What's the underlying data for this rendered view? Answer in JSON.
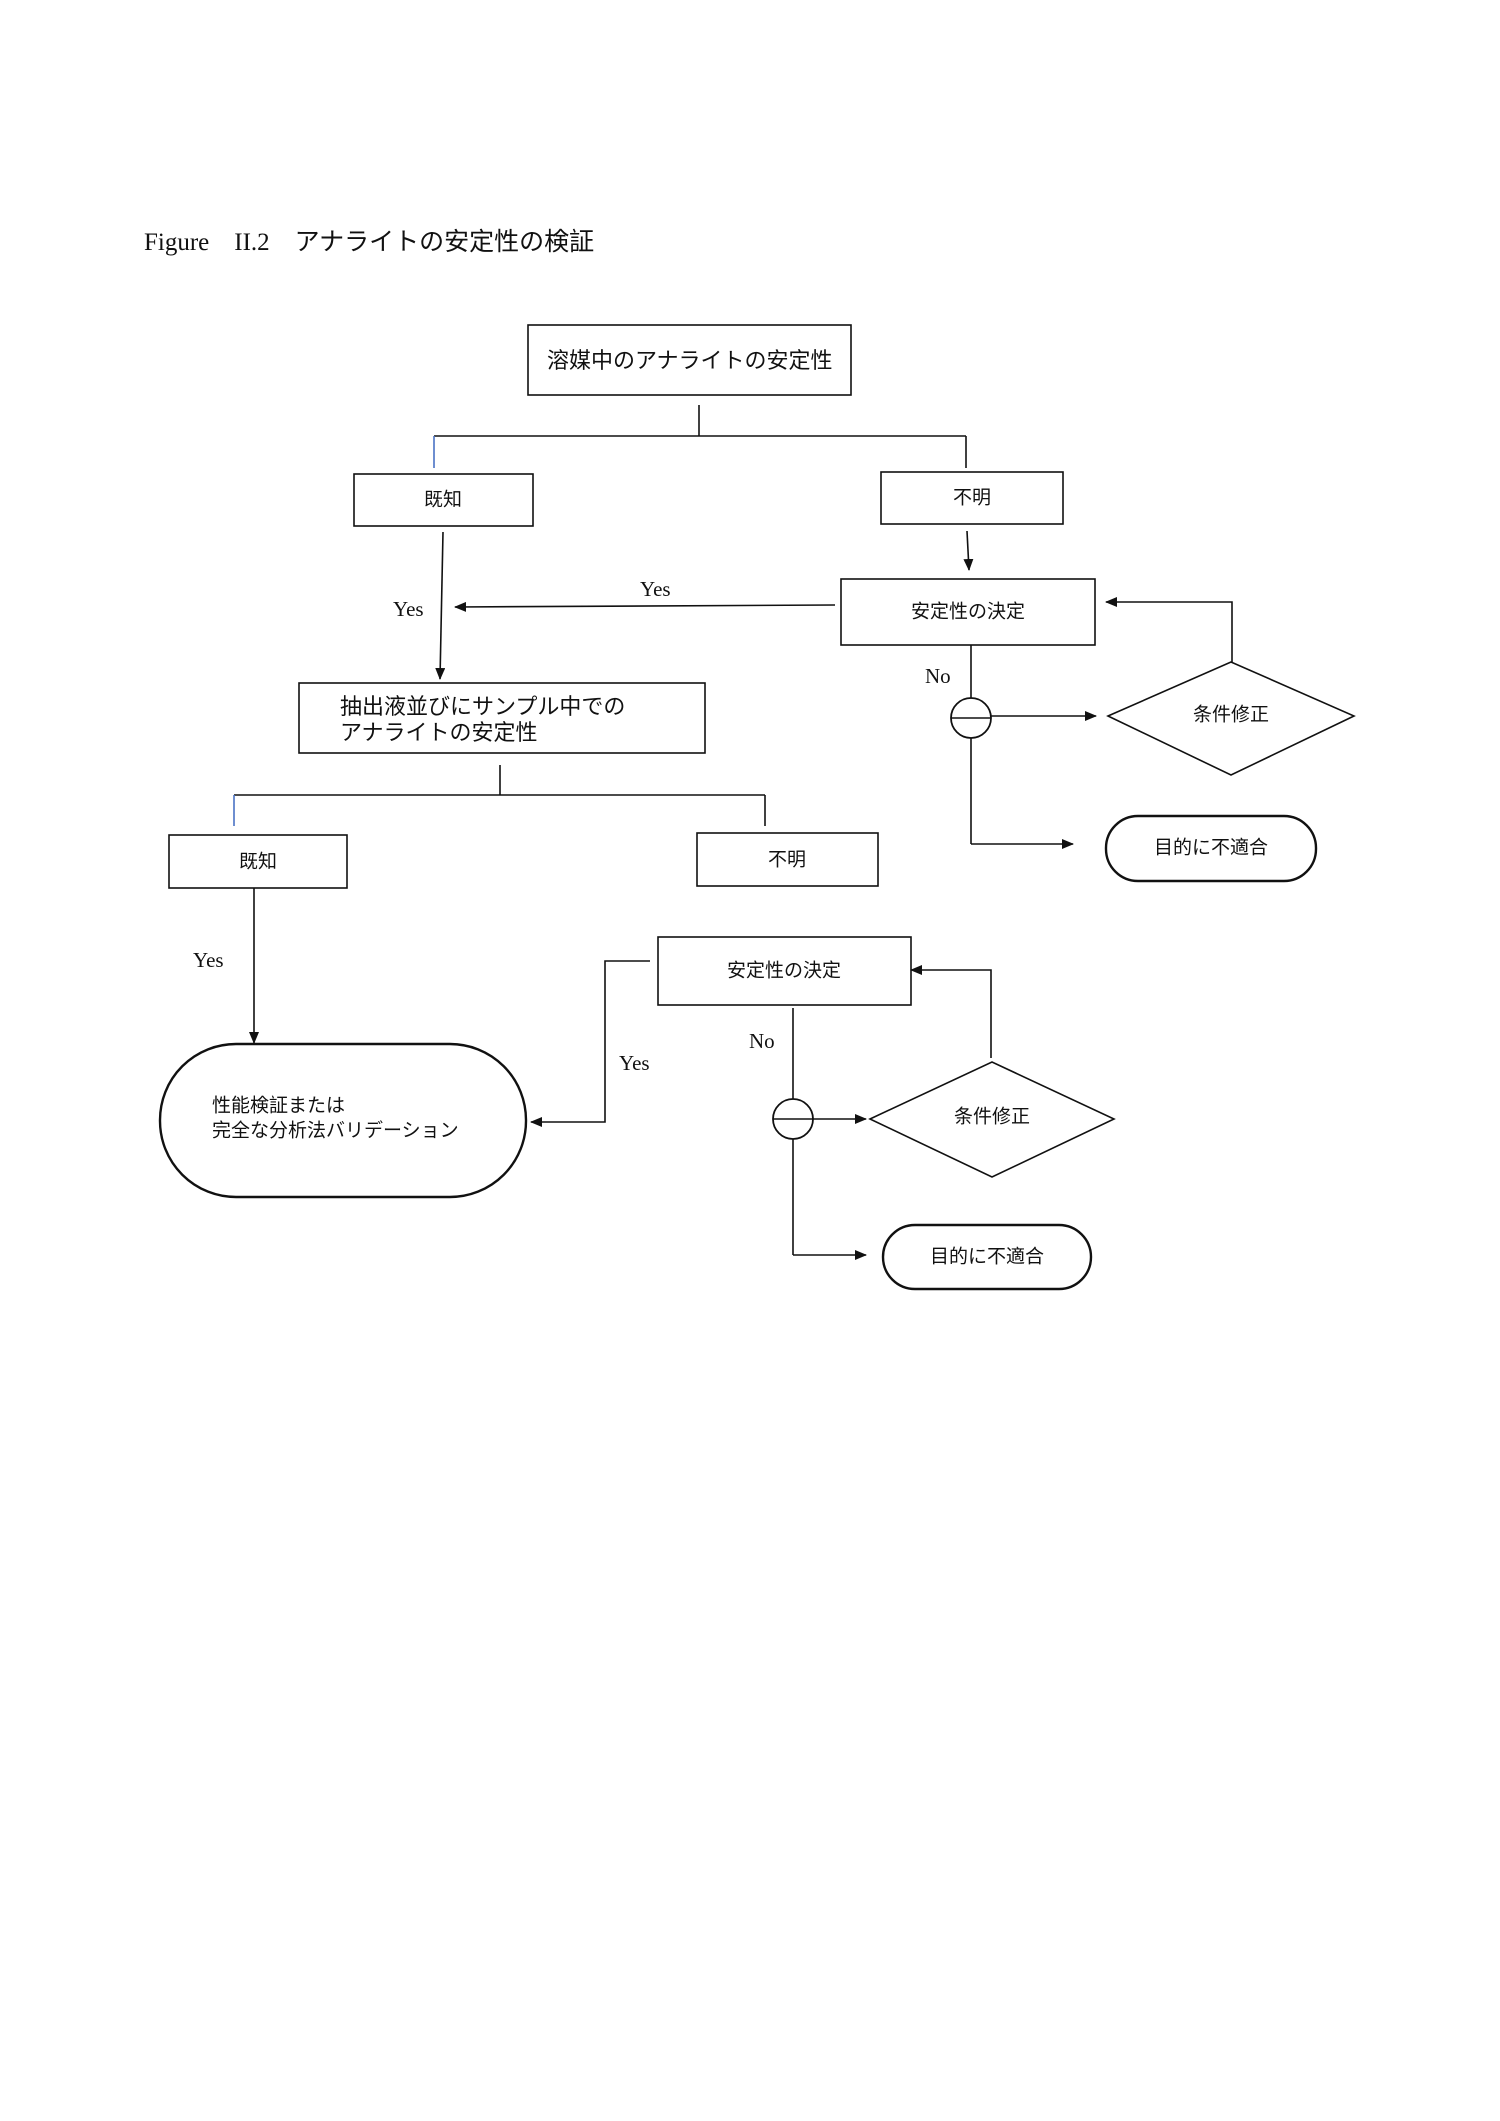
{
  "figure": {
    "title": "Figure　II.2　アナライトの安定性の検証"
  },
  "nodes": {
    "solvent_stability": "溶媒中のアナライトの安定性",
    "known_1": "既知",
    "unknown_1": "不明",
    "determine_1": "安定性の決定",
    "modify_1": "条件修正",
    "unfit_1": "目的に不適合",
    "extract_line1": "抽出液並びにサンプル中での",
    "extract_line2": "アナライトの安定性",
    "known_2": "既知",
    "unknown_2": "不明",
    "determine_2": "安定性の決定",
    "modify_2": "条件修正",
    "unfit_2": "目的に不適合",
    "validation_line1": "性能検証または",
    "validation_line2": "完全な分析法バリデーション"
  },
  "edge_labels": {
    "yes_known_1": "Yes",
    "yes_determine_1": "Yes",
    "no_determine_1": "No",
    "yes_known_2": "Yes",
    "yes_determine_2": "Yes",
    "no_determine_2": "No"
  }
}
